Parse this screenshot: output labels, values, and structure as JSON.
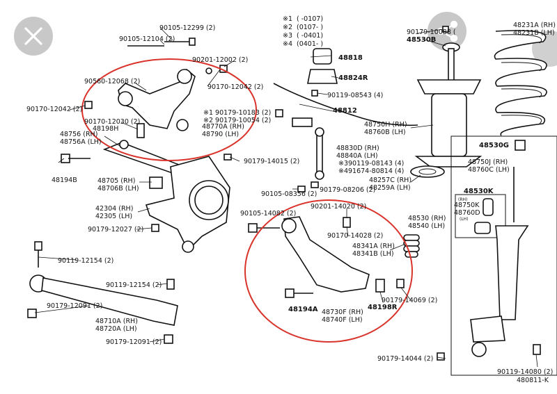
{
  "colors": {
    "highlight": "#d9332b",
    "overlay_button": "#c8c8c8",
    "line": "#111111"
  },
  "icons": {
    "close": "close-icon",
    "share": "share-icon"
  },
  "legend": [
    {
      "mark": "※1",
      "text": "(      -0107)"
    },
    {
      "mark": "※2",
      "text": "(0107-      )"
    },
    {
      "mark": "※3",
      "text": "(      -0401)"
    },
    {
      "mark": "※4",
      "text": "(0401-      )"
    }
  ],
  "labels": {
    "l_90105_12299": "90105-12299 (2)",
    "l_90105_12104": "90105-12104 (2)",
    "l_90201_12002": "90201-12002 (2)",
    "l_90560_12068": "90560-12068 (2)",
    "l_90170_12042a": "90170-12042 (2)",
    "l_90170_12042b": "90170-12042 (2)",
    "l_90179_10183": "※1 90179-10183 (2)",
    "l_90179_10054": "※2 90179-10054 (2)",
    "l_48770A": "48770A (RH)",
    "l_48790": "48790 (LH)",
    "l_90170_12030": "90170-12030 (2)",
    "l_48198H": "48198H",
    "l_48756": "48756 (RH)",
    "l_48756A": "48756A (LH)",
    "l_48194B": "48194B",
    "l_48705": "48705 (RH)",
    "l_48706B": "48706B (LH)",
    "l_42304": "42304 (RH)",
    "l_42305": "42305 (LH)",
    "l_90179_12027": "90179-12027 (2)",
    "l_90119_12154a": "90119-12154 (2)",
    "l_90119_12154b": "90119-12154 (2)",
    "l_90179_12091a": "90179-12091 (2)",
    "l_48710A": "48710A (RH)",
    "l_48720A": "48720A (LH)",
    "l_90179_12091b": "90179-12091 (2)",
    "l_48818": "48818",
    "l_48824R": "48824R",
    "l_90119_08543": "90119-08543 (4)",
    "l_48812": "48812",
    "l_48830D": "48830D (RH)",
    "l_48840A": "48840A (LH)",
    "l_90119_08143": "※390119-08143 (4)",
    "l_491674_80814": "※491674-80814 (4)",
    "l_90179_14015": "90179-14015 (2)",
    "l_90105_08356": "90105-08356 (2)",
    "l_90179_08206": "90179-08206 (2)",
    "l_90105_14082": "90105-14082 (2)",
    "l_90201_14020": "90201-14020 (2)",
    "l_90170_14028": "90170-14028 (2)",
    "l_48341A": "48341A (RH)",
    "l_48341B": "48341B (LH)",
    "l_48194A": "48194A",
    "l_48730F": "48730F (RH)",
    "l_48740F": "48740F (LH)",
    "l_48198R": "48198R",
    "l_90179_14069": "90179-14069 (2)",
    "l_90179_10088": "90179-10088 (",
    "l_48530B": "48530B",
    "l_48231A": "48231A (RH)",
    "l_48231B": "48231B (LH)",
    "l_48750H": "48750H (RH)",
    "l_48760B": "48760B (LH)",
    "l_48530G": "48530G",
    "l_48750J": "48750J (RH)",
    "l_48760C": "48760C (LH)",
    "l_48257C": "48257C (RH)",
    "l_48259A": "48259A (LH)",
    "l_48530K": "48530K",
    "l_48750K": "48750K",
    "l_48760D": "48760D",
    "l_48530": "48530 (RH)",
    "l_48540": "48540 (LH)",
    "l_90179_14044": "90179-14044 (2)",
    "l_90119_14080": "90119-14080 (2)",
    "l_480811K": "480811-K",
    "l_box_rh": "(RH)",
    "l_box_lh": "(LH)"
  }
}
